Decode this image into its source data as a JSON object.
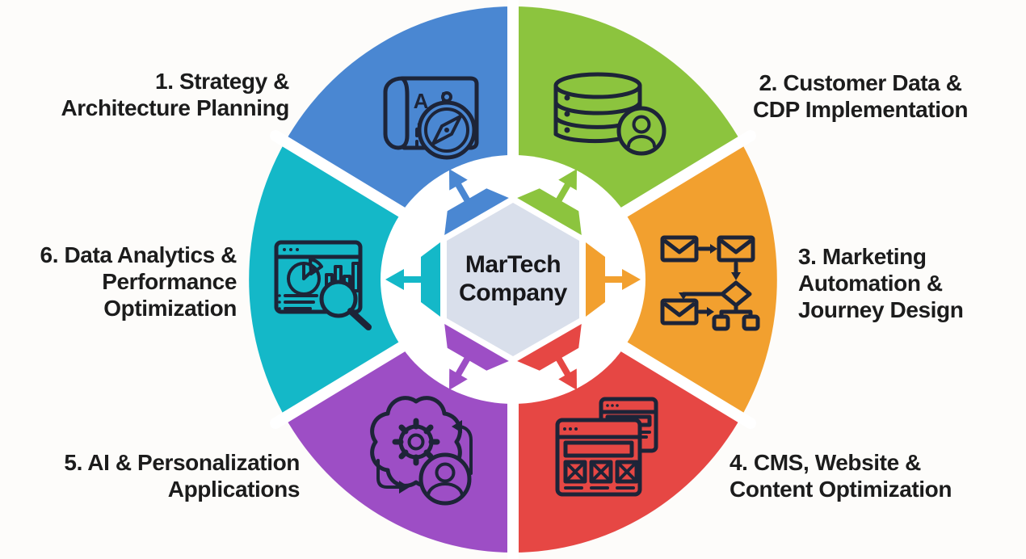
{
  "center": {
    "line1": "MarTech",
    "line2": "Company",
    "hex_fill": "#d9dfeb"
  },
  "segments": [
    {
      "id": "1",
      "label": "1. Strategy &\nArchitecture Planning",
      "color": "#4a87d2",
      "icon": "map-compass-icon"
    },
    {
      "id": "2",
      "label": "2. Customer Data &\nCDP Implementation",
      "color": "#8cc43e",
      "icon": "customer-database-icon"
    },
    {
      "id": "3",
      "label": "3. Marketing\nAutomation &\nJourney Design",
      "color": "#f2a02f",
      "icon": "email-journey-icon"
    },
    {
      "id": "4",
      "label": "4. CMS, Website &\nContent Optimization",
      "color": "#e64744",
      "icon": "cms-website-icon"
    },
    {
      "id": "5",
      "label": "5. AI & Personalization\nApplications",
      "color": "#9d4ec5",
      "icon": "ai-personalization-icon"
    },
    {
      "id": "6",
      "label": "6. Data Analytics &\nPerformance\nOptimization",
      "color": "#14b8c8",
      "icon": "analytics-dashboard-icon"
    }
  ],
  "palette": {
    "background": "#fdfcfa",
    "separator": "#ffffff",
    "icon_stroke": "#1d2438",
    "label_text": "#1c1c1c"
  }
}
